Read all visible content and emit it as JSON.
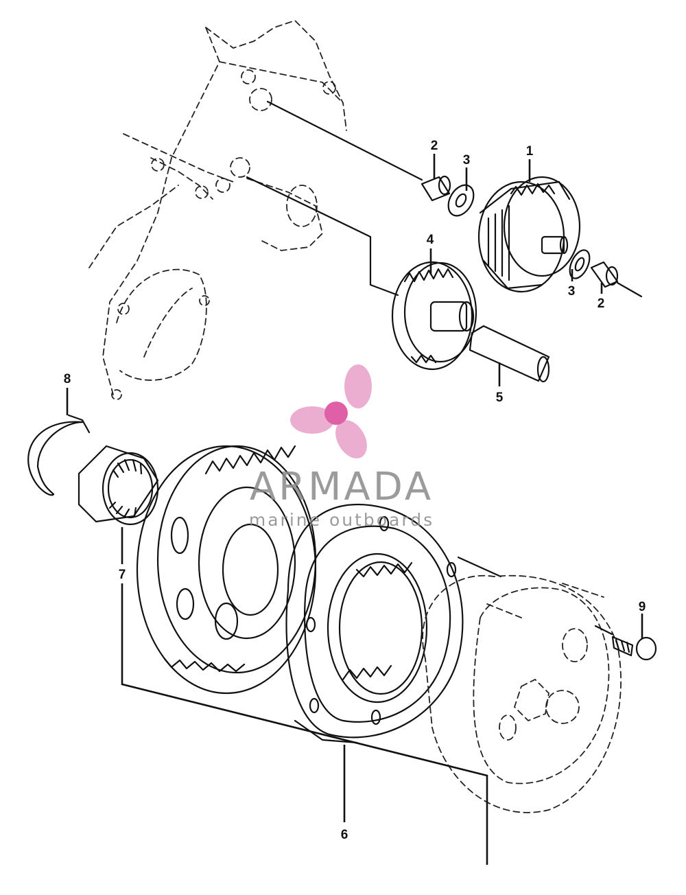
{
  "callouts": [
    {
      "id": "c1a",
      "label": "1"
    },
    {
      "id": "c2a",
      "label": "2"
    },
    {
      "id": "c2b",
      "label": "2"
    },
    {
      "id": "c3a",
      "label": "3"
    },
    {
      "id": "c3b",
      "label": "3"
    },
    {
      "id": "c4",
      "label": "4"
    },
    {
      "id": "c5",
      "label": "5"
    },
    {
      "id": "c6",
      "label": "6"
    },
    {
      "id": "c7",
      "label": "7"
    },
    {
      "id": "c8",
      "label": "8"
    },
    {
      "id": "c9",
      "label": "9"
    }
  ],
  "watermark": {
    "brand": "ARMADA",
    "tagline": "marine outboards",
    "logo_color": "#e8a0c8",
    "logo_center_color": "#e060a8",
    "text_color": "#8a8a8a"
  }
}
